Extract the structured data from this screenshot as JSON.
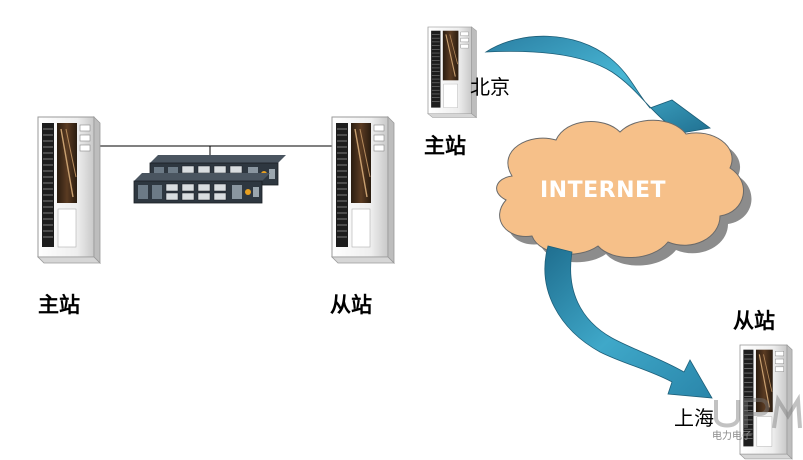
{
  "labels": {
    "main_station_left": "主站",
    "slave_station_left": "从站",
    "beijing": "北京",
    "main_station_right": "主站",
    "internet": "INTERNET",
    "slave_station_right": "从站",
    "shanghai": "上海"
  },
  "watermark": {
    "logo_text": "UPM",
    "caption": "电力电子"
  },
  "colors": {
    "cloud_fill": "#f6c089",
    "cloud_shadow": "#8c8c8c",
    "arrow_fill": "#3aa3c4",
    "arrow_dark": "#1d6f8c",
    "server_body": "#f2f2f2",
    "server_panel": "#3c2a1a",
    "switch_body": "#2e3740"
  }
}
